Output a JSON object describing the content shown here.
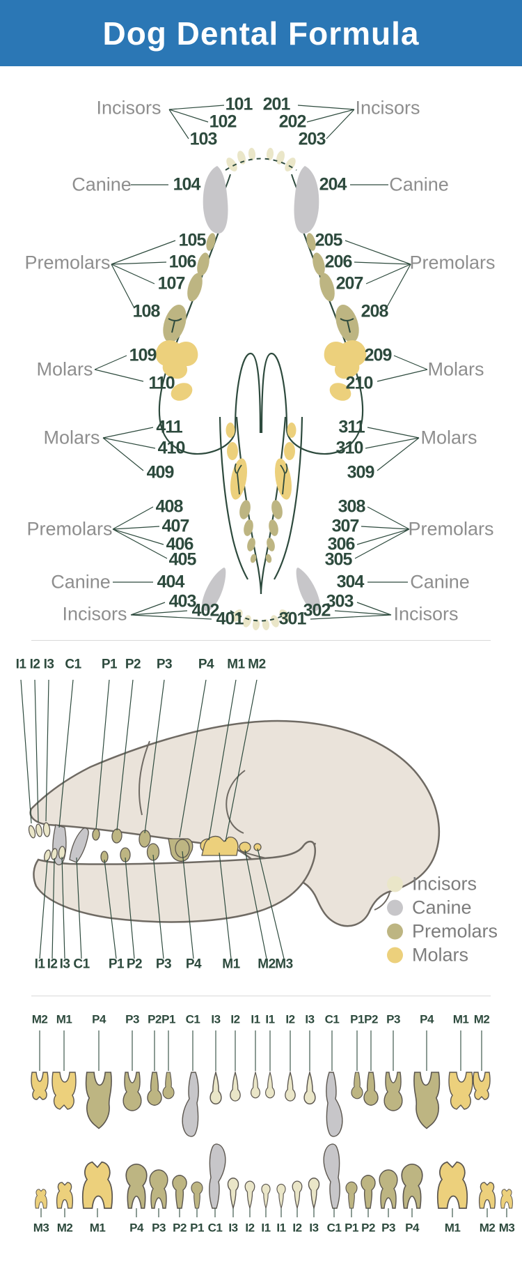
{
  "header": {
    "title": "Dog Dental Formula",
    "bg_color": "#2b77b5"
  },
  "colors": {
    "number_text": "#2d4a3d",
    "category_text": "#8e8e8e",
    "incisors": "#eae6c8",
    "canine": "#c7c6c9",
    "premolars": "#bdb582",
    "molars": "#ecd07c"
  },
  "top_diagram": {
    "incisors_label": "Incisors",
    "canine_label": "Canine",
    "premolars_label": "Premolars",
    "molars_label": "Molars",
    "upper_left": [
      "101",
      "102",
      "103",
      "104",
      "105",
      "106",
      "107",
      "108",
      "109",
      "110"
    ],
    "upper_right": [
      "201",
      "202",
      "203",
      "204",
      "205",
      "206",
      "207",
      "208",
      "209",
      "210"
    ],
    "lower_right": [
      "301",
      "302",
      "303",
      "304",
      "305",
      "306",
      "307",
      "308",
      "309",
      "310",
      "311"
    ],
    "lower_left": [
      "401",
      "402",
      "403",
      "404",
      "405",
      "406",
      "407",
      "408",
      "409",
      "410",
      "411"
    ]
  },
  "skull_diagram": {
    "upper_labels": [
      "I1",
      "I2",
      "I3",
      "C1",
      "P1",
      "P2",
      "P3",
      "P4",
      "M1",
      "M2"
    ],
    "lower_labels": [
      "I1",
      "I2",
      "I3",
      "C1",
      "P1",
      "P2",
      "P3",
      "P4",
      "M1",
      "M2",
      "M3"
    ],
    "legend": [
      {
        "label": "Incisors",
        "color": "#eae6c8"
      },
      {
        "label": "Canine",
        "color": "#c7c6c9"
      },
      {
        "label": "Premolars",
        "color": "#bdb582"
      },
      {
        "label": "Molars",
        "color": "#ecd07c"
      }
    ]
  },
  "teeth_chart": {
    "upper_labels": [
      "M2",
      "M1",
      "P4",
      "P3",
      "P2",
      "P1",
      "C1",
      "I3",
      "I2",
      "I1",
      "I1",
      "I2",
      "I3",
      "C1",
      "P1",
      "P2",
      "P3",
      "P4",
      "M1",
      "M2"
    ],
    "lower_labels": [
      "M3",
      "M2",
      "M1",
      "P4",
      "P3",
      "P2",
      "P1",
      "C1",
      "I3",
      "I2",
      "I1",
      "I1",
      "I2",
      "I3",
      "C1",
      "P1",
      "P2",
      "P3",
      "P4",
      "M1",
      "M2",
      "M3"
    ]
  }
}
